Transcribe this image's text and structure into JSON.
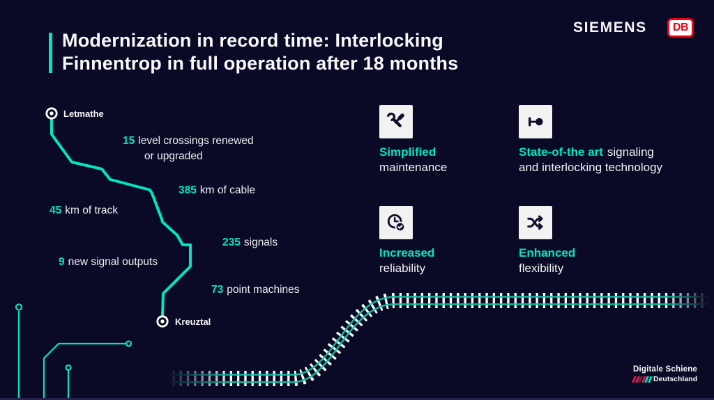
{
  "colors": {
    "background": "#0a0a26",
    "accent_teal": "#00e6c0",
    "db_red": "#ec0016",
    "rail_teal": "#12bfa2"
  },
  "header": {
    "title_line1": "Modernization in record time: Interlocking",
    "title_line2": "Finnentrop in full operation after 18 months",
    "siemens_logo": "SIEMENS",
    "db_logo": "DB"
  },
  "route_map": {
    "station_start": "Letmathe",
    "station_end": "Kreuztal",
    "stats": [
      {
        "value": "15",
        "label": "level crossings renewed",
        "label_line2": "or upgraded"
      },
      {
        "value": "385",
        "label": "km of cable"
      },
      {
        "value": "45",
        "label": "km of track"
      },
      {
        "value": "235",
        "label": "signals"
      },
      {
        "value": "9",
        "label": "new signal outputs"
      },
      {
        "value": "73",
        "label": "point machines"
      }
    ]
  },
  "features": [
    {
      "icon": "wrench-screwdriver-icon",
      "highlight": "Simplified",
      "rest_line1": "",
      "rest_line2": "maintenance"
    },
    {
      "icon": "signal-icon",
      "highlight": "State-of-the art",
      "rest_line1": "signaling",
      "rest_line2": "and interlocking technology"
    },
    {
      "icon": "clock-check-icon",
      "highlight": "Increased",
      "rest_line1": "",
      "rest_line2": "reliability"
    },
    {
      "icon": "shuffle-arrows-icon",
      "highlight": "Enhanced",
      "rest_line1": "",
      "rest_line2": "flexibility"
    }
  ],
  "footer_logo": {
    "line1": "Digitale Schiene",
    "line2": "Deutschland"
  }
}
